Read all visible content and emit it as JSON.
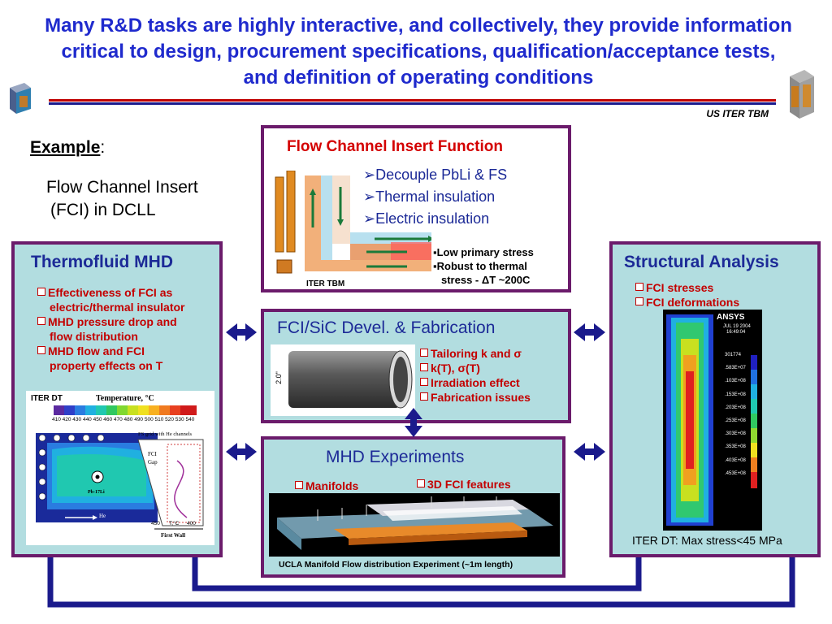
{
  "title": "Many R&D tasks are highly interactive, and collectively, they provide information critical to design, procurement specifications, qualification/acceptance tests, and definition of operating conditions",
  "subtitle": "US ITER TBM",
  "example": {
    "heading": "Example",
    "colon": ":",
    "line1": "Flow Channel Insert",
    "line2": "(FCI) in DCLL"
  },
  "fci_function": {
    "title": "Flow Channel Insert Function",
    "items": [
      "Decouple PbLi & FS",
      "Thermal insulation",
      "Electric insulation"
    ],
    "notes": [
      "Low primary stress",
      "Robust to thermal",
      "stress - ΔT ~200C"
    ],
    "caption": "ITER TBM"
  },
  "thermofluid": {
    "title": "Thermofluid MHD",
    "items": [
      [
        "Effectiveness of FCI as",
        "electric/thermal insulator"
      ],
      [
        "MHD pressure drop and",
        "flow distribution"
      ],
      [
        "MHD flow and FCI",
        "property effects on T"
      ]
    ],
    "figure": {
      "label": "ITER DT",
      "legend_title": "Temperature, °C",
      "scale": "410 420 430 440 450 460 470 480 490 500 510 520 530 540",
      "grid_label": "FS grid with He channels",
      "fci_label": "FCI",
      "gap_label": "Gap",
      "pbli_label": "Pb-17Li",
      "he_label": "He",
      "axis_min": "450",
      "axis_mid": "T,°C",
      "axis_max": "400",
      "first_wall": "First Wall"
    }
  },
  "fabrication": {
    "title": "FCI/SiC Devel. & Fabrication",
    "items": [
      "Tailoring k and σ",
      "k(T), σ(T)",
      "Irradiation effect",
      "Fabrication issues"
    ],
    "photo_label": "2.0\""
  },
  "mhd": {
    "title": "MHD Experiments",
    "item_left": "Manifolds",
    "item_right": "3D FCI features",
    "caption": "UCLA Manifold Flow distribution Experiment (~1m length)"
  },
  "structural": {
    "title": "Structural Analysis",
    "items": [
      "FCI stresses",
      "FCI deformations"
    ],
    "caption": "ITER DT: Max stress<45 MPa",
    "ansys": {
      "logo": "ANSYS",
      "date": "JUL 19 2004",
      "time": "16:49:04",
      "legend": [
        "301774",
        ".583E+07",
        ".103E+08",
        ".153E+08",
        ".203E+08",
        ".253E+08",
        ".303E+08",
        ".353E+08",
        ".403E+08",
        ".453E+08"
      ]
    }
  },
  "colors": {
    "title_blue": "#1f2acd",
    "panel_border": "#6b1b6b",
    "panel_teal": "#b2dde0",
    "bullet_red": "#c40000",
    "arrow_blue": "#1a1a8c"
  }
}
